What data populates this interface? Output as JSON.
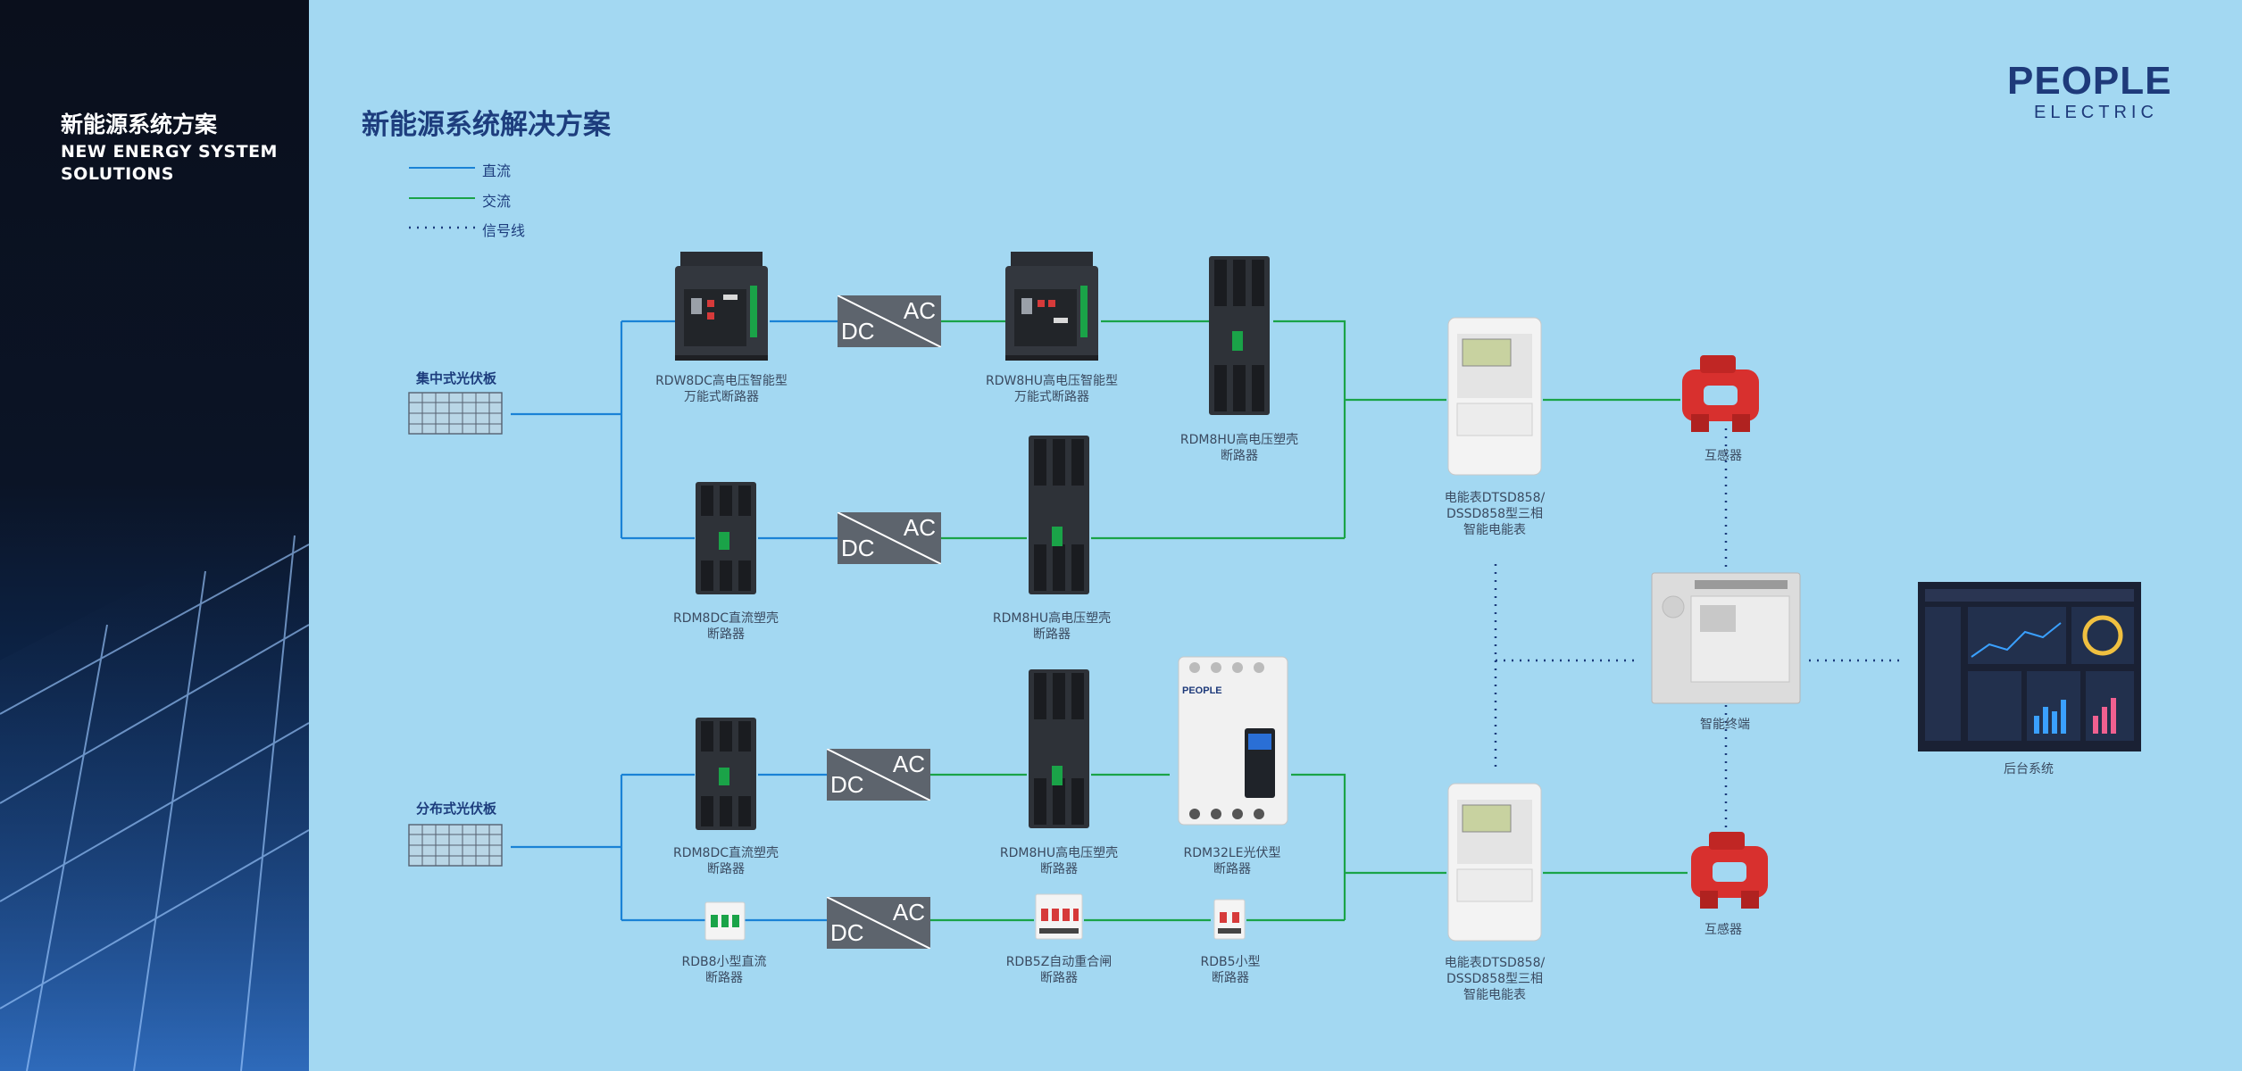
{
  "sidebar": {
    "title_cn": "新能源系统方案",
    "title_en_line1": "NEW ENERGY SYSTEM",
    "title_en_line2": "SOLUTIONS"
  },
  "header": {
    "title": "新能源系统解决方案",
    "logo_main": "PEOPLE",
    "logo_sub": "ELECTRIC"
  },
  "legend": {
    "dc": "直流",
    "ac": "交流",
    "signal": "信号线"
  },
  "colors": {
    "dc_line": "#1a82d6",
    "ac_line": "#1aa348",
    "signal_line": "#1d3d7d",
    "background": "#a3d8f2"
  },
  "converter": {
    "ac": "AC",
    "dc": "DC"
  },
  "sources": {
    "centralized": "集中式光伏板",
    "distributed": "分布式光伏板"
  },
  "devices": {
    "rdw8dc": [
      "RDW8DC高电压智能型",
      "万能式断路器"
    ],
    "rdw8hu": [
      "RDW8HU高电压智能型",
      "万能式断路器"
    ],
    "rdm8hu_top": [
      "RDM8HU高电压塑壳",
      "断路器"
    ],
    "rdm8dc_mid": [
      "RDM8DC直流塑壳",
      "断路器"
    ],
    "rdm8hu_mid": [
      "RDM8HU高电压塑壳",
      "断路器"
    ],
    "meter_top": [
      "电能表DTSD858/",
      "DSSD858型三相",
      "智能电能表"
    ],
    "ct_top": "互感器",
    "terminal": "智能终端",
    "backend": "后台系统",
    "rdm8dc_low": [
      "RDM8DC直流塑壳",
      "断路器"
    ],
    "rdm8hu_low": [
      "RDM8HU高电压塑壳",
      "断路器"
    ],
    "rdm32le": [
      "RDM32LE光伏型",
      "断路器"
    ],
    "rdb8": [
      "RDB8小型直流",
      "断路器"
    ],
    "rdb5z": [
      "RDB5Z自动重合闸",
      "断路器"
    ],
    "rdb5": [
      "RDB5小型",
      "断路器"
    ],
    "meter_low": [
      "电能表DTSD858/",
      "DSSD858型三相",
      "智能电能表"
    ],
    "ct_low": "互感器"
  },
  "product_text": {
    "rdm32le_brand": "PEOPLE"
  }
}
